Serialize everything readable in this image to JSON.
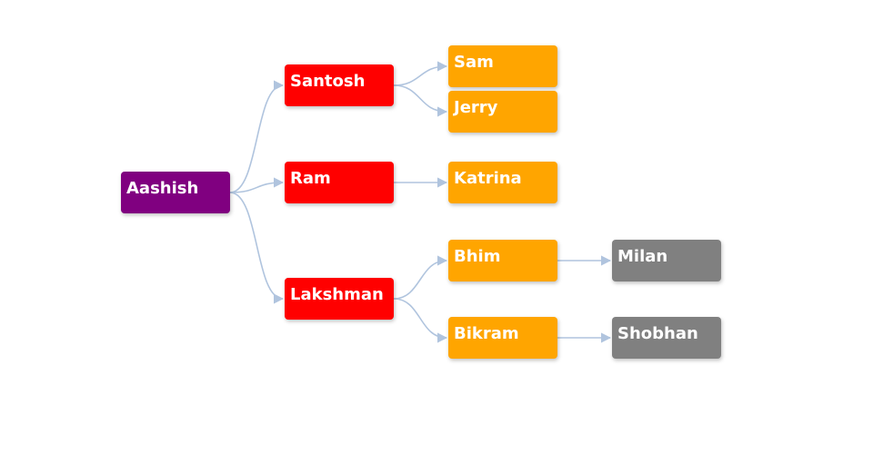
{
  "tree": {
    "root": {
      "label": "Aashish"
    },
    "children": [
      {
        "label": "Santosh"
      },
      {
        "label": "Ram"
      },
      {
        "label": "Lakshman"
      }
    ],
    "grandchildren": [
      {
        "label": "Sam",
        "parent": "Santosh"
      },
      {
        "label": "Jerry",
        "parent": "Santosh"
      },
      {
        "label": "Katrina",
        "parent": "Ram"
      },
      {
        "label": "Bhim",
        "parent": "Lakshman"
      },
      {
        "label": "Bikram",
        "parent": "Lakshman"
      }
    ],
    "great_grandchildren": [
      {
        "label": "Milan",
        "parent": "Bhim"
      },
      {
        "label": "Shobhan",
        "parent": "Bikram"
      }
    ]
  },
  "colors": {
    "level0": "#800080",
    "level1": "#ff0000",
    "level2": "#ffa500",
    "level3": "#808080",
    "edge": "#b0c4de"
  }
}
